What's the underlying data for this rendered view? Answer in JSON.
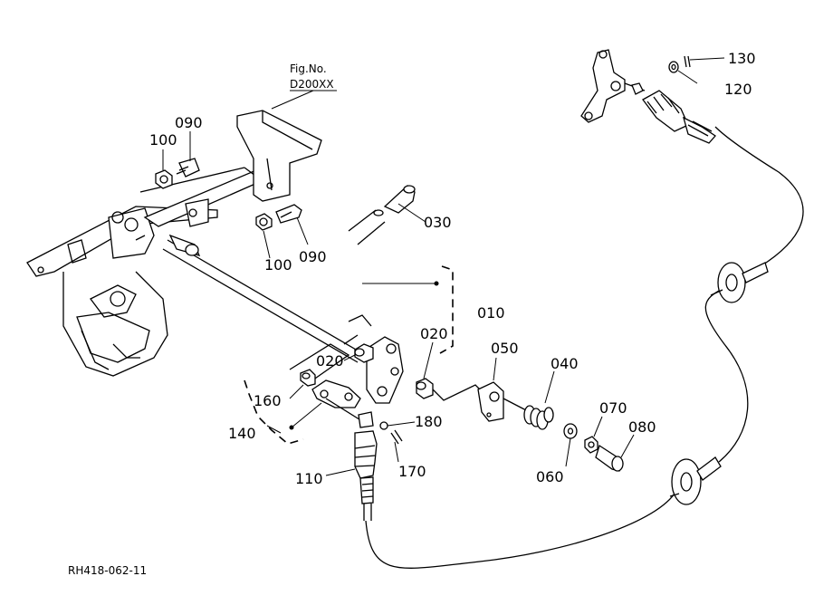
{
  "figure_ref": {
    "line1": "Fig.No.",
    "line2": "D200XX"
  },
  "drawing_code": "RH418-062-11",
  "part_labels": {
    "p010": "010",
    "p020a": "020",
    "p020b": "020",
    "p030": "030",
    "p040": "040",
    "p050": "050",
    "p060": "060",
    "p070": "070",
    "p080": "080",
    "p090a": "090",
    "p090b": "090",
    "p100a": "100",
    "p100b": "100",
    "p110": "110",
    "p120": "120",
    "p130": "130",
    "p140": "140",
    "p160": "160",
    "p170": "170",
    "p180": "180"
  }
}
